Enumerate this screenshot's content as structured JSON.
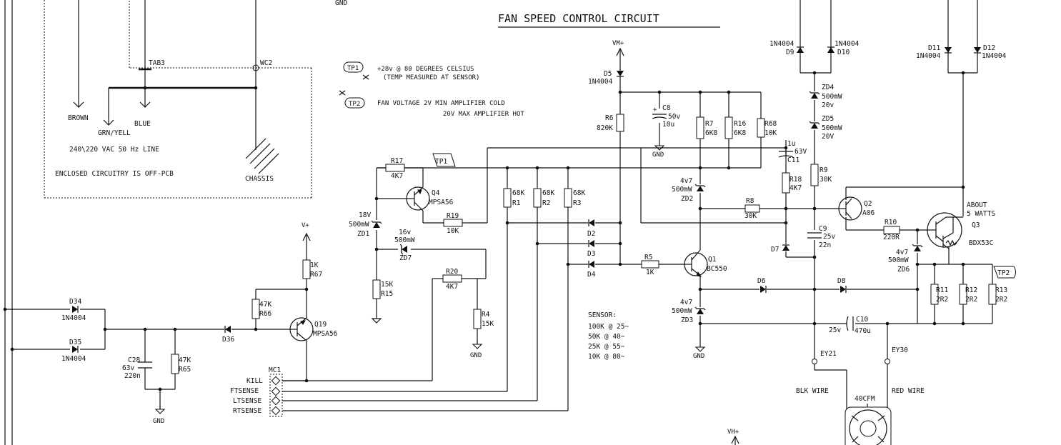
{
  "title": "FAN SPEED CONTROL CIRCUIT",
  "notes": {
    "tp1_tag": "TP1",
    "tp1_line1": "+28v @ 80 DEGREES CELSIUS",
    "tp1_line2": "(TEMP MEASURED AT SENSOR)",
    "tp2_tag": "TP2",
    "tp2_line1": "FAN VOLTAGE  2V MIN AMPLIFIER COLD",
    "tp2_line2": "20V MAX AMPLIFIER HOT"
  },
  "mains": {
    "gnd_top": "GND",
    "tab3": "TAB3",
    "wc2": "WC2",
    "brown": "BROWN",
    "grn_yell": "GRN/YELL",
    "blue": "BLUE",
    "line": "240\\220 VAC 50 Hz LINE",
    "enclosed": "ENCLOSED CIRCUITRY IS OFF-PCB",
    "chassis": "CHASSIS"
  },
  "rails": {
    "vm": "VM+",
    "vplus": "V+",
    "vh": "VH+",
    "gnd": "GND"
  },
  "sensor": {
    "title": "SENSOR:",
    "rows": [
      "100K @ 25~",
      "50K @ 40~",
      "25K @ 55~",
      "10K @ 80~"
    ]
  },
  "connector": {
    "ref": "MC1",
    "pins": [
      "KILL",
      "FTSENSE",
      "LTSENSE",
      "RTSENSE"
    ]
  },
  "fan": {
    "blk": "BLK WIRE",
    "red": "RED WIRE",
    "cfm": "40CFM",
    "ey21": "EY21",
    "ey30": "EY30"
  },
  "q3_note": [
    "ABOUT",
    "5 WATTS"
  ],
  "parts": {
    "D9": "D9",
    "D9v": "1N4004",
    "D10": "D10",
    "D10v": "1N4004",
    "D11": "D11",
    "D11v": "1N4004",
    "D12": "D12",
    "D12v": "1N4004",
    "D5": "D5",
    "D5v": "1N4004",
    "ZD4": "ZD4",
    "ZD4a": "500mW",
    "ZD4b": "20v",
    "ZD5": "ZD5",
    "ZD5a": "500mW",
    "ZD5b": "20V",
    "C8": "C8",
    "C8a": "50v",
    "C8b": "10u",
    "R6": "R6",
    "R6v": "820K",
    "R7": "R7",
    "R7v": "6K8",
    "R16": "R16",
    "R16v": "6K8",
    "R68": "R68",
    "R68v": "10K",
    "C11a": "1u",
    "C11b": "63V",
    "C11": "C11",
    "R9": "R9",
    "R9v": "30K",
    "R18": "R18",
    "R18v": "4K7",
    "R17": "R17",
    "R17v": "4K7",
    "Q4": "Q4",
    "Q4v": "MPSA56",
    "ZD1a": "18V",
    "ZD1b": "500mW",
    "ZD1": "ZD1",
    "R19": "R19",
    "R19v": "10K",
    "ZD7a": "16v",
    "ZD7b": "500mW",
    "ZD7": "ZD7",
    "R15v": "15K",
    "R15": "R15",
    "R20": "R20",
    "R20v": "4K7",
    "R4": "R4",
    "R4v": "15K",
    "R1v": "68K",
    "R1": "R1",
    "R2v": "68K",
    "R2": "R2",
    "R3v": "68K",
    "R3": "R3",
    "D2": "D2",
    "D3": "D3",
    "D4": "D4",
    "ZD2a": "4v7",
    "ZD2b": "500mW",
    "ZD2": "ZD2",
    "R8": "R8",
    "R8v": "30K",
    "Q2": "Q2",
    "Q2v": "A06",
    "R10": "R10",
    "R10v": "220R",
    "Q3": "Q3",
    "Q3v": "BDX53C",
    "C9": "C9",
    "C9a": "25v",
    "C9b": "22n",
    "D7": "D7",
    "ZD6a": "4v7",
    "ZD6b": "500mW",
    "ZD6": "ZD6",
    "R5": "R5",
    "R5v": "1K",
    "Q1": "Q1",
    "Q1v": "BC550",
    "D6": "D6",
    "D8": "D8",
    "ZD3a": "4v7",
    "ZD3b": "500mW",
    "ZD3": "ZD3",
    "R11": "R11",
    "R11v": "2R2",
    "R12": "R12",
    "R12v": "2R2",
    "R13": "R13",
    "R13v": "2R2",
    "C10a": "25v",
    "C10": "C10",
    "C10b": "470u",
    "R67v": "1K",
    "R67": "R67",
    "R66v": "47K",
    "R66": "R66",
    "Q19": "Q19",
    "Q19v": "MPSA56",
    "D36": "D36",
    "D34": "D34",
    "D34v": "1N4004",
    "D35": "D35",
    "D35v": "1N4004",
    "C28": "C28",
    "C28a": "63v",
    "C28b": "220n",
    "R65v": "47K",
    "R65": "R65"
  }
}
